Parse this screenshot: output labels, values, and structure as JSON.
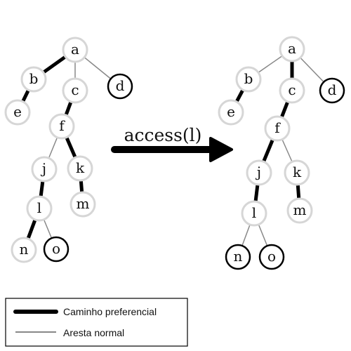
{
  "operation": {
    "label": "access(l)"
  },
  "trees": [
    {
      "id": "before",
      "nodes": [
        {
          "id": "a",
          "label": "a",
          "marked": false
        },
        {
          "id": "b",
          "label": "b",
          "marked": false
        },
        {
          "id": "c",
          "label": "c",
          "marked": false
        },
        {
          "id": "d",
          "label": "d",
          "marked": true
        },
        {
          "id": "e",
          "label": "e",
          "marked": false
        },
        {
          "id": "f",
          "label": "f",
          "marked": false
        },
        {
          "id": "j",
          "label": "j",
          "marked": false
        },
        {
          "id": "k",
          "label": "k",
          "marked": false
        },
        {
          "id": "l",
          "label": "l",
          "marked": false
        },
        {
          "id": "m",
          "label": "m",
          "marked": false
        },
        {
          "id": "n",
          "label": "n",
          "marked": false
        },
        {
          "id": "o",
          "label": "o",
          "marked": true
        }
      ],
      "edges": [
        {
          "from": "a",
          "to": "b",
          "type": "preferred"
        },
        {
          "from": "a",
          "to": "c",
          "type": "normal"
        },
        {
          "from": "a",
          "to": "d",
          "type": "normal"
        },
        {
          "from": "b",
          "to": "e",
          "type": "preferred"
        },
        {
          "from": "c",
          "to": "f",
          "type": "preferred"
        },
        {
          "from": "f",
          "to": "j",
          "type": "normal"
        },
        {
          "from": "f",
          "to": "k",
          "type": "preferred"
        },
        {
          "from": "j",
          "to": "l",
          "type": "preferred"
        },
        {
          "from": "k",
          "to": "m",
          "type": "preferred"
        },
        {
          "from": "l",
          "to": "n",
          "type": "preferred"
        },
        {
          "from": "l",
          "to": "o",
          "type": "normal"
        }
      ]
    },
    {
      "id": "after",
      "nodes": [
        {
          "id": "a",
          "label": "a",
          "marked": false
        },
        {
          "id": "b",
          "label": "b",
          "marked": false
        },
        {
          "id": "c",
          "label": "c",
          "marked": false
        },
        {
          "id": "d",
          "label": "d",
          "marked": true
        },
        {
          "id": "e",
          "label": "e",
          "marked": false
        },
        {
          "id": "f",
          "label": "f",
          "marked": false
        },
        {
          "id": "j",
          "label": "j",
          "marked": false
        },
        {
          "id": "k",
          "label": "k",
          "marked": false
        },
        {
          "id": "l",
          "label": "l",
          "marked": false
        },
        {
          "id": "m",
          "label": "m",
          "marked": false
        },
        {
          "id": "n",
          "label": "n",
          "marked": true
        },
        {
          "id": "o",
          "label": "o",
          "marked": true
        }
      ],
      "edges": [
        {
          "from": "a",
          "to": "b",
          "type": "normal"
        },
        {
          "from": "a",
          "to": "c",
          "type": "preferred"
        },
        {
          "from": "a",
          "to": "d",
          "type": "normal"
        },
        {
          "from": "b",
          "to": "e",
          "type": "preferred"
        },
        {
          "from": "c",
          "to": "f",
          "type": "preferred"
        },
        {
          "from": "f",
          "to": "j",
          "type": "preferred"
        },
        {
          "from": "f",
          "to": "k",
          "type": "normal"
        },
        {
          "from": "j",
          "to": "l",
          "type": "preferred"
        },
        {
          "from": "k",
          "to": "m",
          "type": "preferred"
        },
        {
          "from": "l",
          "to": "n",
          "type": "normal"
        },
        {
          "from": "l",
          "to": "o",
          "type": "normal"
        }
      ]
    }
  ],
  "legend": {
    "items": [
      {
        "type": "preferred",
        "label": "Caminho preferencial"
      },
      {
        "type": "normal",
        "label": "Aresta normal"
      }
    ]
  },
  "colors": {
    "preferred_edge": "#000000",
    "normal_edge": "#888888",
    "node_fill": "#ffffff",
    "node_border": "#d6d6d6",
    "marked_node_border": "#000000",
    "text": "#111111"
  }
}
